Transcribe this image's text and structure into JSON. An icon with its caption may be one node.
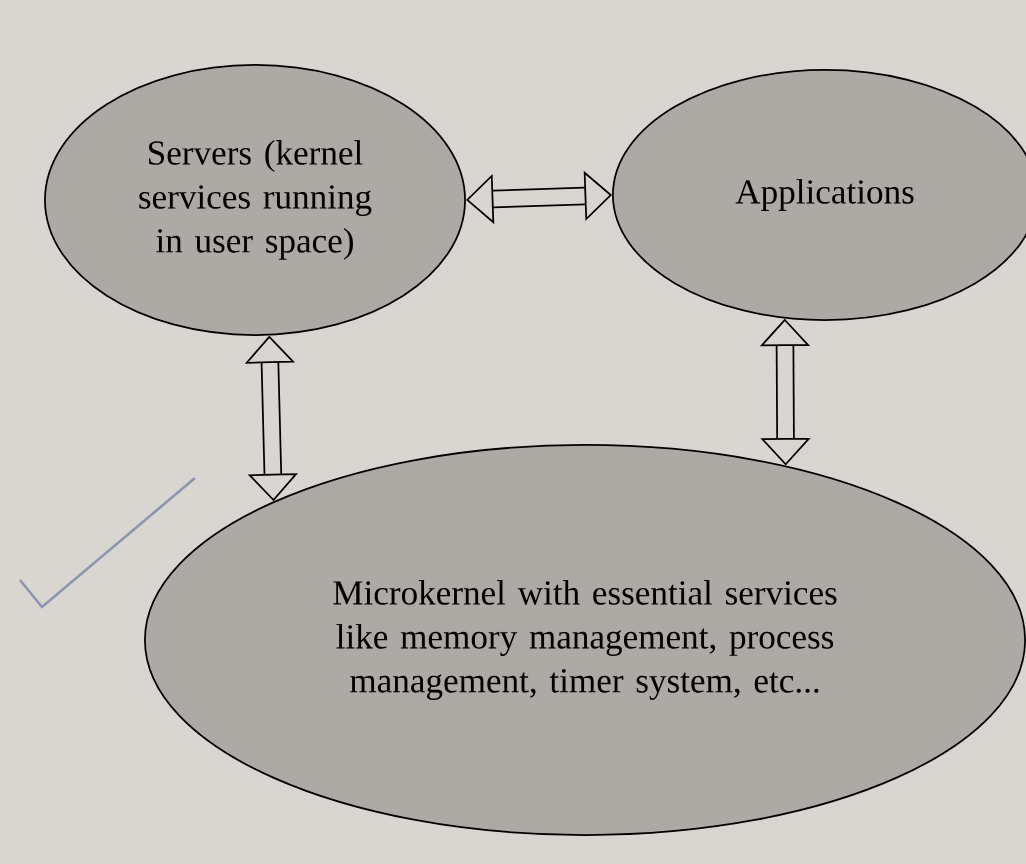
{
  "diagram": {
    "nodes": [
      {
        "text": [
          "Servers (kernel services running in user space)"
        ]
      },
      {
        "text": [
          "Applications"
        ]
      },
      {
        "text": [
          "Microkernel with essential services like memory management, process management, timer system, etc..."
        ]
      }
    ],
    "edges": [
      {
        "from": 0,
        "to": 1,
        "arrow": "both"
      },
      {
        "from": 0,
        "to": 2,
        "arrow": "both"
      },
      {
        "from": 1,
        "to": 2,
        "arrow": "both"
      }
    ]
  }
}
